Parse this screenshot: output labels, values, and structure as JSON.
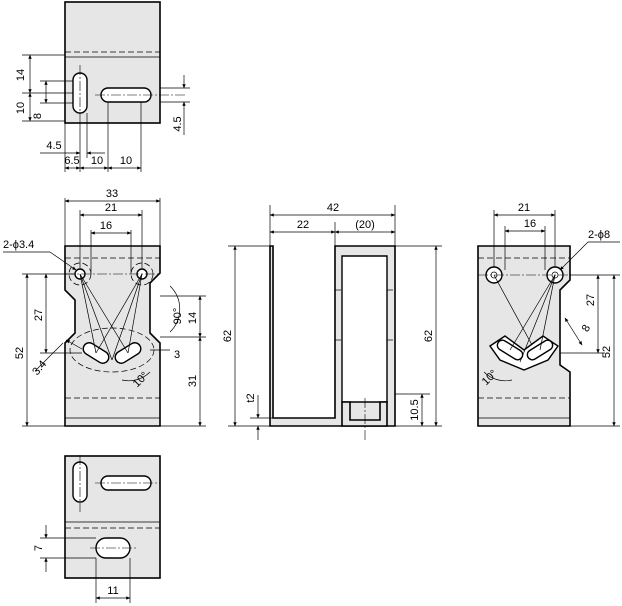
{
  "top_view": {
    "dims": {
      "d14": "14",
      "d10v": "10",
      "d8": "8",
      "d45r": "4.5",
      "d45b": "4.5",
      "d65": "6.5",
      "d10a": "10",
      "d10b": "10"
    }
  },
  "front_left": {
    "dims": {
      "d33": "33",
      "d21": "21",
      "d16": "16",
      "hole": "2-ϕ3.4",
      "d27": "27",
      "d52": "52",
      "d34": "3.4",
      "d10deg": "10°",
      "d90deg": "90°",
      "d14": "14",
      "d3": "3",
      "d31": "31"
    }
  },
  "side_view": {
    "dims": {
      "d42": "42",
      "d22": "22",
      "d20": "(20)",
      "d62l": "62",
      "d62r": "62",
      "dt2": "t2",
      "d105": "10.5"
    }
  },
  "front_right": {
    "dims": {
      "d21": "21",
      "d16": "16",
      "hole": "2-ϕ8",
      "d27": "27",
      "d52": "52",
      "d8": "8",
      "d10deg": "10°"
    }
  },
  "bottom_view": {
    "dims": {
      "d7": "7",
      "d11": "11"
    }
  }
}
